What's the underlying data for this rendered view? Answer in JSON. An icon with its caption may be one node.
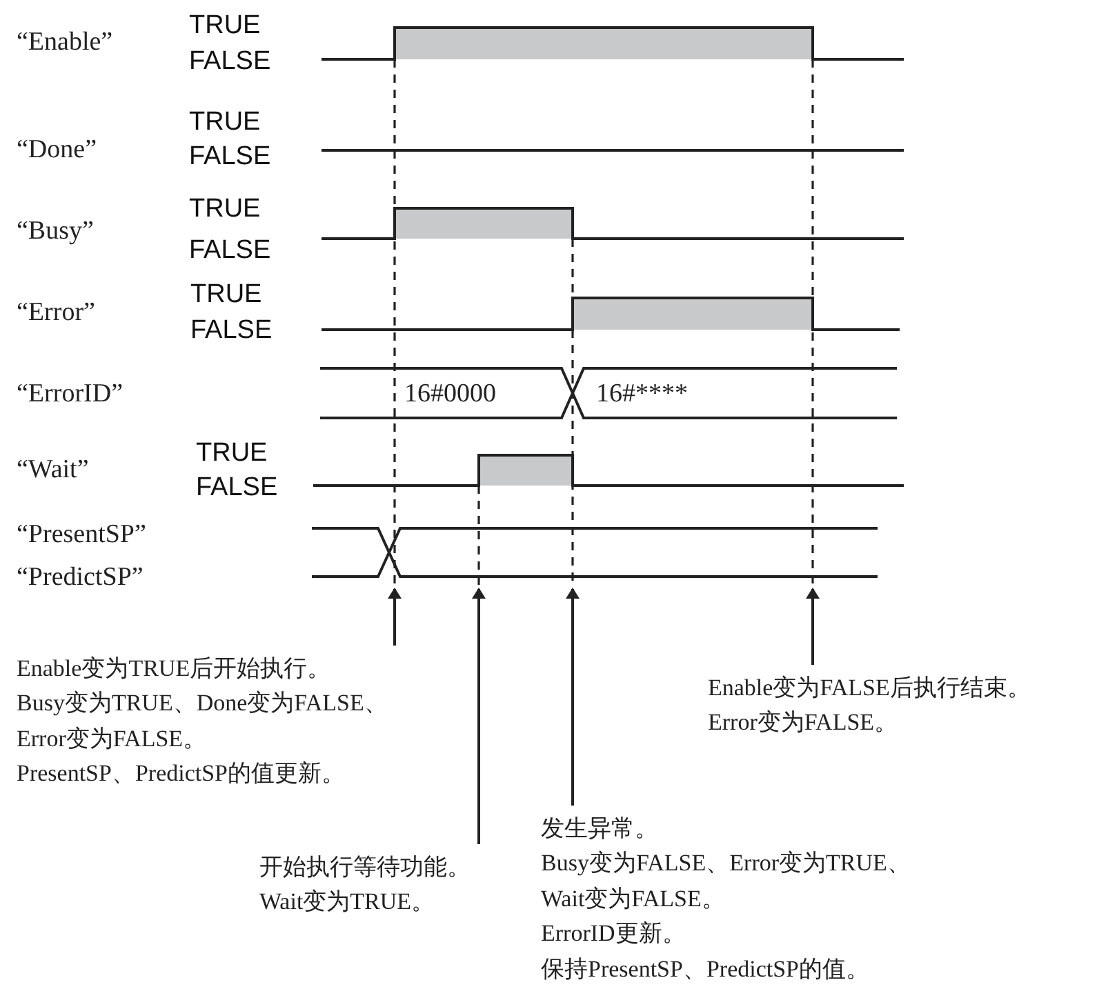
{
  "diagram": {
    "nodes": [
      {
        "text": [
          "Enable变为TRUE后开始执行。",
          "Busy变为TRUE、Done变为FALSE、",
          "Error变为FALSE。",
          "PresentSP、PredictSP的值更新。"
        ]
      },
      {
        "text": [
          "开始执行等待功能。",
          "Wait变为TRUE。"
        ]
      },
      {
        "text": [
          "发生异常。",
          "Busy变为FALSE、Error变为TRUE、",
          "Wait变为FALSE。",
          "ErrorID更新。",
          "保持PresentSP、PredictSP的值。"
        ]
      },
      {
        "text": [
          "Enable变为FALSE后执行结束。",
          "Error变为FALSE。"
        ]
      }
    ],
    "edges": [
      {
        "from": 0,
        "to": null,
        "arrow": "to"
      },
      {
        "from": 1,
        "to": null,
        "arrow": "to"
      },
      {
        "from": 2,
        "to": null,
        "arrow": "to"
      },
      {
        "from": 3,
        "to": null,
        "arrow": "to"
      }
    ],
    "labels": [
      "“Enable”",
      "TRUE",
      "FALSE",
      "“Done”",
      "TRUE",
      "FALSE",
      "“Busy”",
      "TRUE",
      "FALSE",
      "“Error”",
      "TRUE",
      "FALSE",
      "“ErrorID”",
      "16#0000",
      "16#****",
      "“Wait”",
      "TRUE",
      "FALSE",
      "“PresentSP”",
      "“PredictSP”"
    ]
  }
}
